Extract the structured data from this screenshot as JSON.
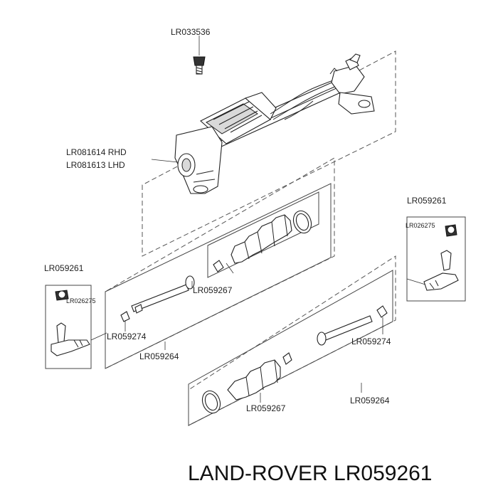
{
  "labels": {
    "bolt": "LR033536",
    "rack_rhd": "LR081614 RHD",
    "rack_lhd": "LR081613 LHD",
    "tie_end_right": "LR059261",
    "nut_right": "LR026275",
    "tie_end_left": "LR059261",
    "nut_left": "LR026275",
    "boot_upper": "LR059267",
    "clip_upper": "LR059274",
    "rod_upper": "LR059264",
    "clip_lower": "LR059274",
    "boot_lower": "LR059267",
    "rod_lower": "LR059264"
  },
  "footer": {
    "title": "LAND-ROVER LR059261"
  }
}
